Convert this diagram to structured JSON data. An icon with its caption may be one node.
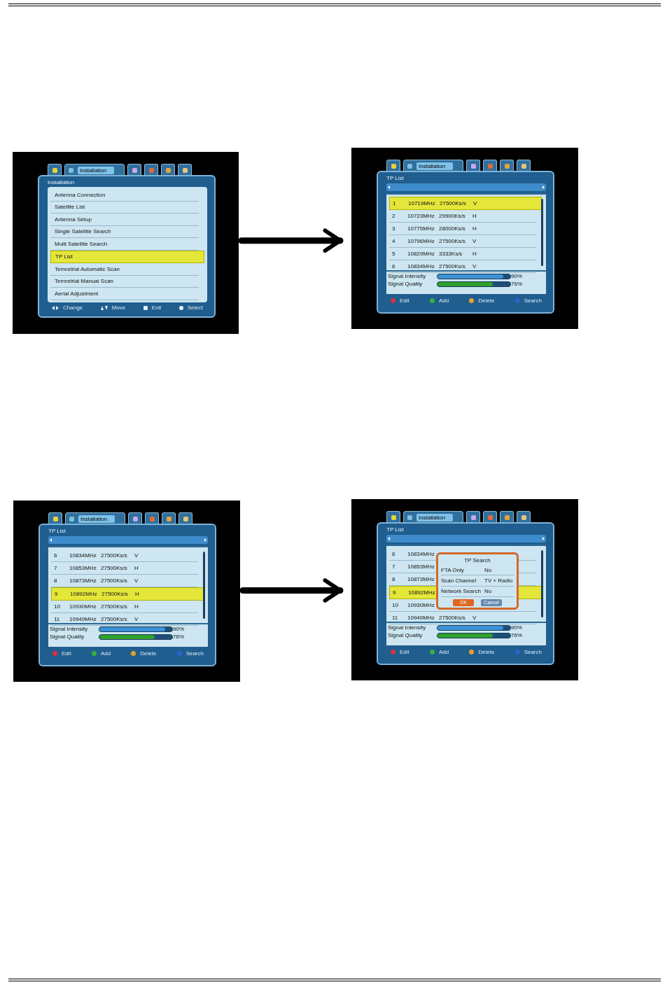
{
  "diagram": {
    "nodes": [
      {
        "text": [
          "Installation",
          "Installation",
          "Antenna Connection",
          "Satellite List",
          "Antenna Setup",
          "Single Satellite Search",
          "Multi Satellite Search",
          "TP List",
          "Terrestrial Automatic Scan",
          "Terrestrial Manual Scan",
          "Aerial Adjustment",
          "Change",
          "Move",
          "Exit",
          "Select"
        ]
      },
      {
        "text": [
          "Installation",
          "TP List",
          "1",
          "10719MHz",
          "27500Ks/s",
          "V",
          "2",
          "10723MHz",
          "29900Ks/s",
          "H",
          "3",
          "10775MHz",
          "28000Ks/s",
          "H",
          "4",
          "10796MHz",
          "27500Ks/s",
          "V",
          "5",
          "10829MHz",
          "3333Ks/s",
          "H",
          "6",
          "10834MHz",
          "27500Ks/s",
          "V",
          "Signal Intensity",
          "90%",
          "Signal Quality",
          "76%",
          "Edit",
          "Add",
          "Delete",
          "Search"
        ]
      },
      {
        "text": [
          "Installation",
          "TP List",
          "6",
          "10834MHz",
          "27500Ks/s",
          "V",
          "7",
          "10853MHz",
          "27500Ks/s",
          "H",
          "8",
          "10873MHz",
          "27500Ks/s",
          "V",
          "9",
          "10892MHz",
          "27500Ks/s",
          "H",
          "10",
          "10930MHz",
          "27500Ks/s",
          "H",
          "11",
          "10949MHz",
          "27500Ks/s",
          "V",
          "Signal Intensity",
          "90%",
          "Signal Quality",
          "76%",
          "Edit",
          "Add",
          "Delete",
          "Search"
        ]
      },
      {
        "text": [
          "Installation",
          "TP List",
          "6",
          "10834MHz",
          "7",
          "10853MHz",
          "8",
          "10873MHz",
          "9",
          "10892MHz",
          "10",
          "10930MHz",
          "11",
          "10949MHz",
          "27500Ks/s",
          "V",
          "Signal Intensity",
          "90%",
          "Signal Quality",
          "76%",
          "Edit",
          "Add",
          "Delete",
          "Search"
        ]
      },
      {
        "text": [
          "TP Search",
          "FTA Only",
          "No",
          "Scan Channel",
          "TV + Radio",
          "Network Search",
          "No",
          "OK",
          "Cancel"
        ],
        "in": 3
      }
    ],
    "edges": [
      {
        "from": 0,
        "to": 1,
        "arrow": "to"
      },
      {
        "from": 2,
        "to": 3,
        "arrow": "to"
      }
    ]
  }
}
